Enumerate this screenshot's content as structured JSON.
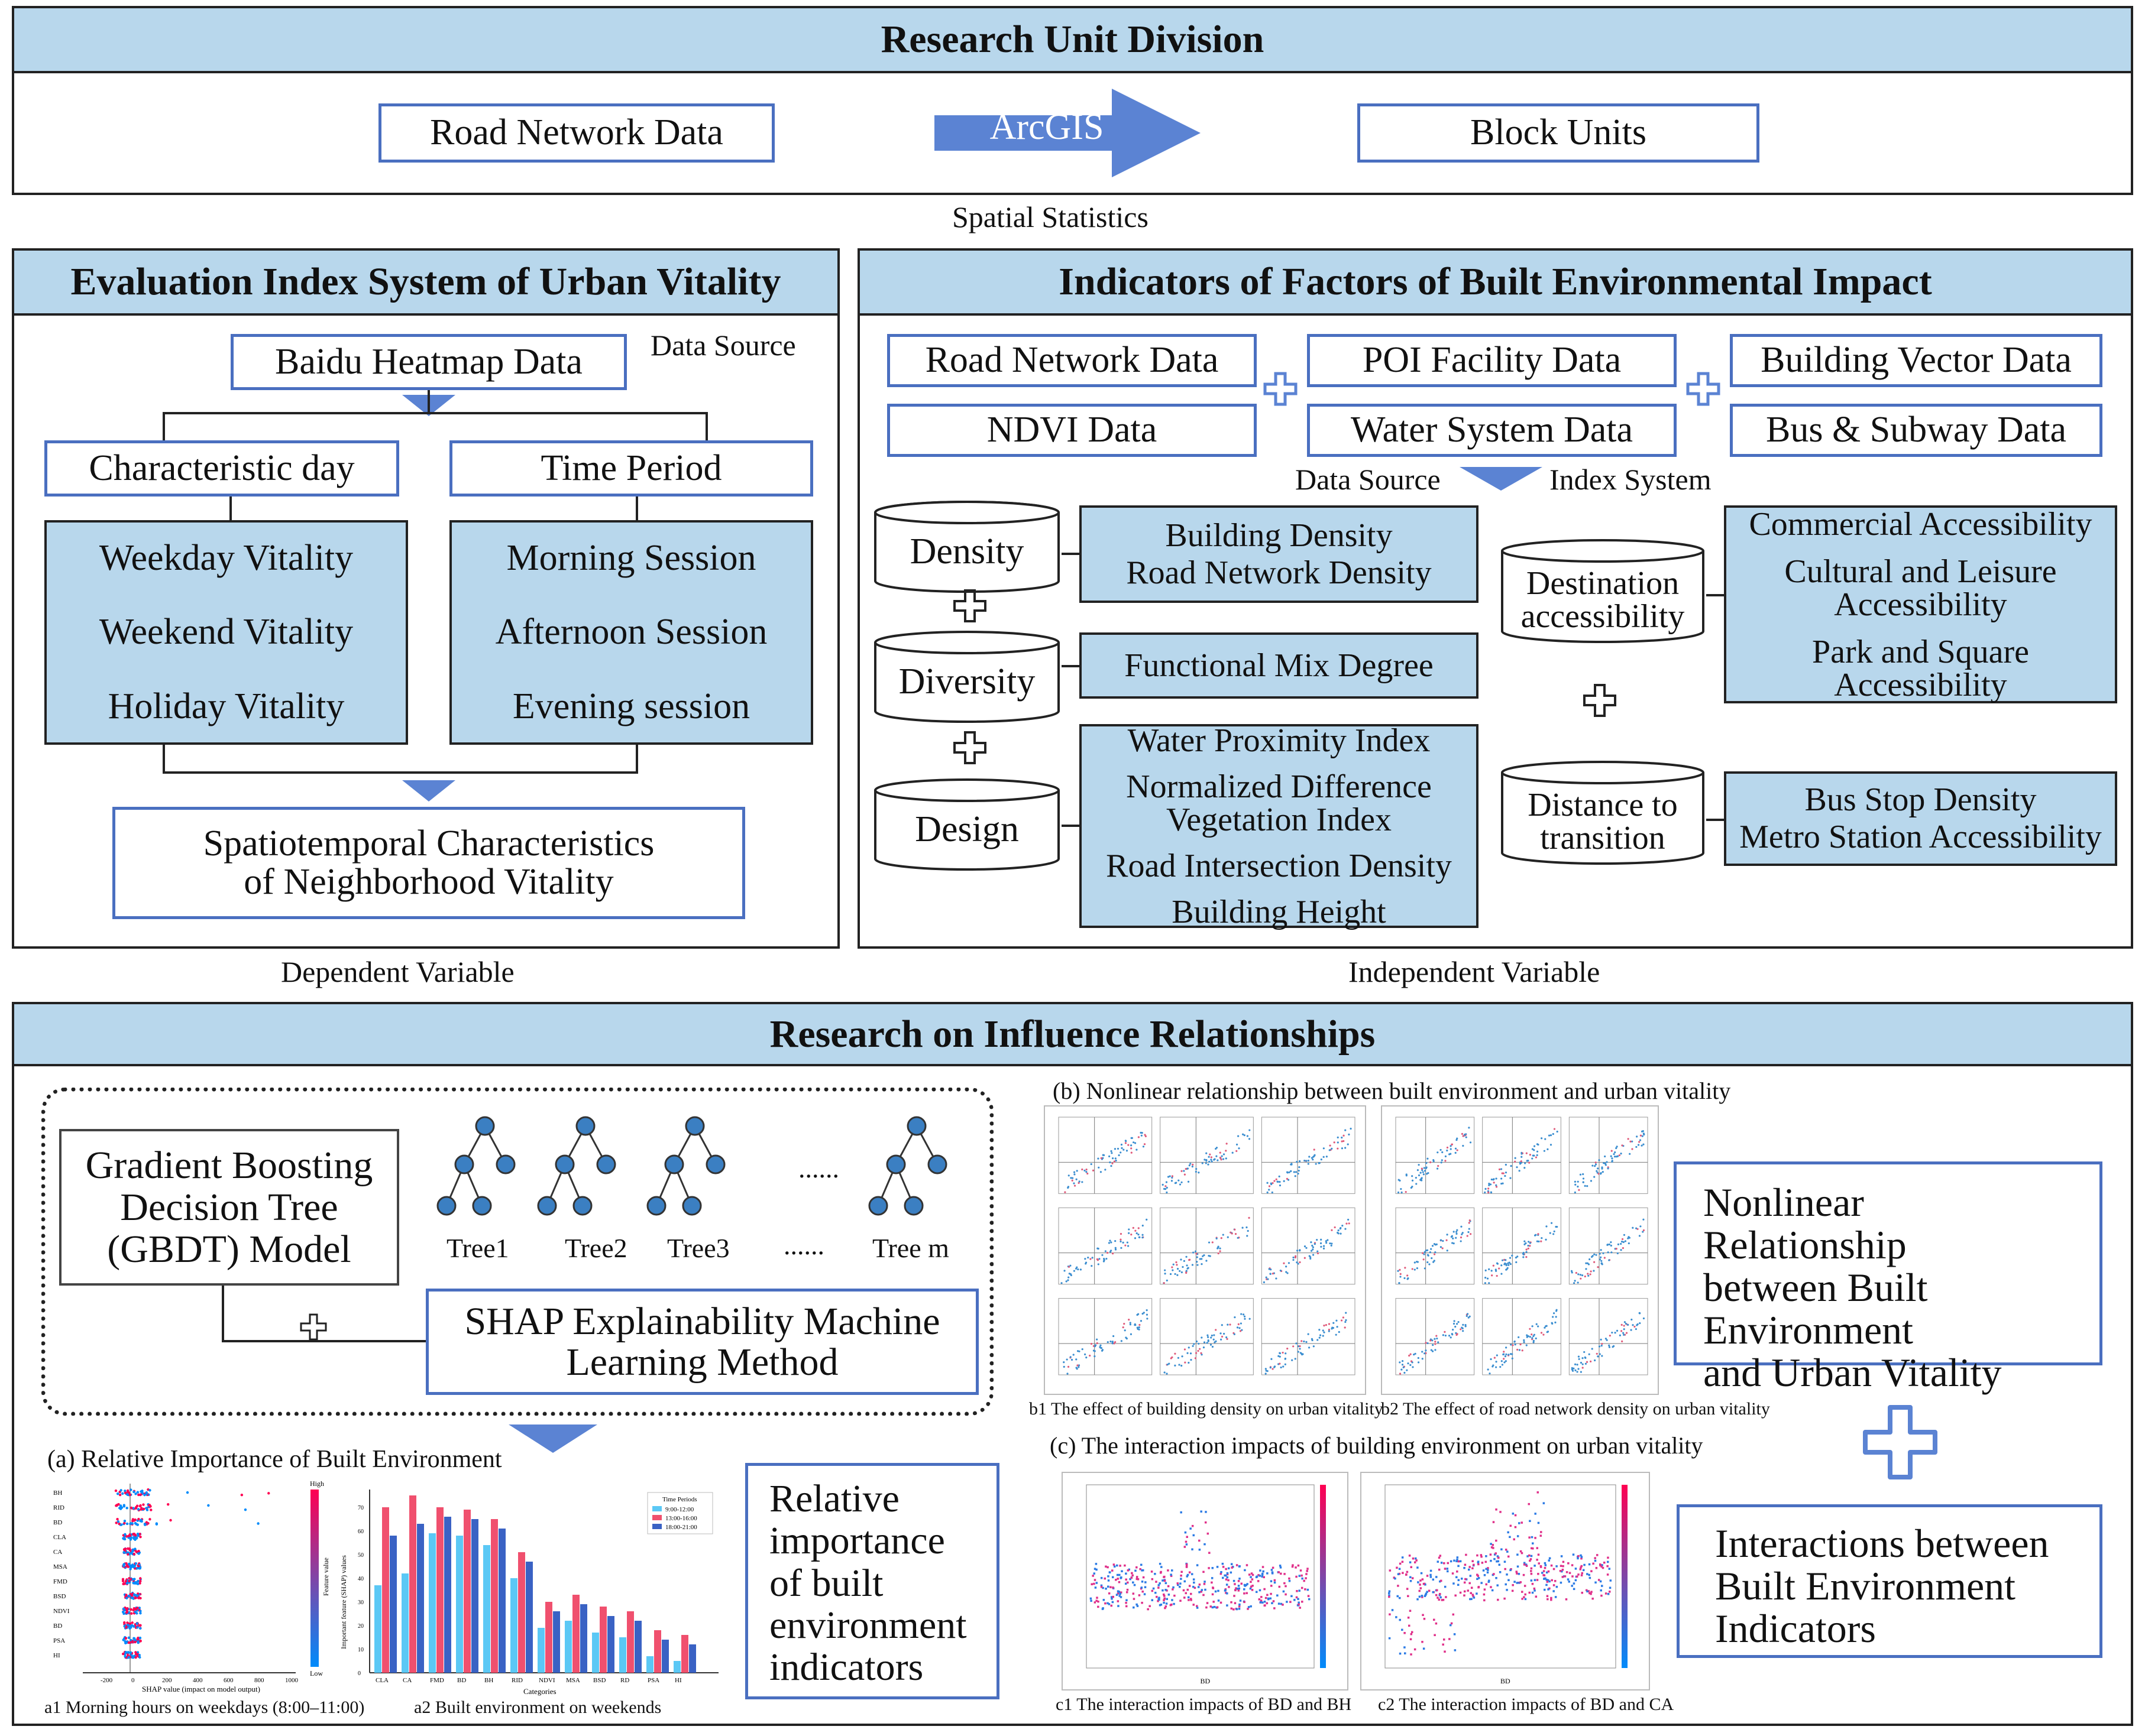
{
  "top": {
    "title": "Research Unit Division",
    "road_network": "Road Network Data",
    "arcgis": "ArcGIS",
    "block_units": "Block Units",
    "spatial_statistics": "Spatial Statistics"
  },
  "left_panel": {
    "title": "Evaluation Index System of Urban Vitality",
    "baidu": "Baidu Heatmap Data",
    "data_source": "Data Source",
    "characteristic_day": "Characteristic day",
    "time_period": "Time Period",
    "day_items": [
      "Weekday Vitality",
      "Weekend Vitality",
      "Holiday Vitality"
    ],
    "period_items": [
      "Morning Session",
      "Afternoon Session",
      "Evening session"
    ],
    "result_line1": "Spatiotemporal Characteristics",
    "result_line2": "of Neighborhood Vitality",
    "dependent": "Dependent Variable"
  },
  "right_panel": {
    "title": "Indicators of Factors of Built Environmental Impact",
    "sources": [
      "Road Network Data",
      "POI Facility Data",
      "Building Vector Data",
      "NDVI Data",
      "Water System Data",
      "Bus & Subway Data"
    ],
    "data_source": "Data Source",
    "index_system": "Index System",
    "density": "Density",
    "density_items": [
      "Building Density",
      "Road Network Density"
    ],
    "diversity": "Diversity",
    "diversity_items": [
      "Functional Mix Degree"
    ],
    "design": "Design",
    "design_items": [
      "Water Proximity Index",
      "Normalized Difference",
      "Vegetation Index",
      "Road Intersection Density",
      "Building Height"
    ],
    "destination_l1": "Destination",
    "destination_l2": "accessibility",
    "destination_items": [
      "Commercial Accessibility",
      "Cultural and Leisure",
      "Accessibility",
      "Park and Square",
      "Accessibility"
    ],
    "transit_l1": "Distance to",
    "transit_l2": "transition",
    "transit_items": [
      "Bus Stop Density",
      "Metro Station Accessibility"
    ],
    "independent": "Independent Variable"
  },
  "bottom": {
    "title": "Research on Influence Relationships",
    "gbdt": [
      "Gradient Boosting",
      "Decision Tree",
      "(GBDT) Model"
    ],
    "trees": [
      "Tree1",
      "Tree2",
      "Tree3",
      "......",
      "Tree m"
    ],
    "dots_mid": "......",
    "shap": [
      "SHAP Explainability Machine",
      "Learning Method"
    ],
    "a_title": "(a) Relative Importance of Built Environment",
    "a1_cap": "a1 Morning hours on weekdays (8:00–11:00)",
    "a2_cap": "a2 Built environment on weekends",
    "relative_box": [
      "Relative",
      "importance",
      "of built",
      "environment",
      "indicators"
    ],
    "b_title": "(b) Nonlinear relationship between built environment and urban vitality",
    "b1_cap": "b1 The effect of building density on urban vitality",
    "b2_cap": "b2 The effect of road network density on urban vitality",
    "nonlinear_box": [
      "Nonlinear Relationship",
      "between Built",
      "Environment",
      "and Urban Vitality"
    ],
    "c_title": "(c) The interaction impacts of building environment on urban vitality",
    "c1_cap": "c1 The interaction impacts of BD and BH",
    "c2_cap": "c2 The interaction impacts of BD and CA",
    "interaction_box": [
      "Interactions between",
      "Built Environment",
      "Indicators"
    ],
    "a1_features": [
      "BH",
      "RID",
      "BD",
      "CLA",
      "CA",
      "MSA",
      "FMD",
      "BSD",
      "NDVI",
      "BD",
      "PSA",
      "HI"
    ],
    "a2_categories": [
      "CLA",
      "CA",
      "FMD",
      "BD",
      "BH",
      "RID",
      "NDVI",
      "MSA",
      "BSD",
      "RD",
      "PSA",
      "HI"
    ],
    "a2_legend_title": "Time Periods",
    "a2_legend": [
      "9:00-12:00",
      "13:00-16:00",
      "18:00-21:00"
    ],
    "a2_ylabel": "Important feature (SHAP) values",
    "a2_xlabel": "Categories",
    "a1_xlabel": "SHAP value (impact on model output)",
    "feature_value": "Feature value",
    "high": "High",
    "low": "Low",
    "c_xlabel": "BD",
    "colors": {
      "header": "#b8d7ec",
      "box_border": "#4a6fc0",
      "arrow": "#5b83d3"
    }
  }
}
